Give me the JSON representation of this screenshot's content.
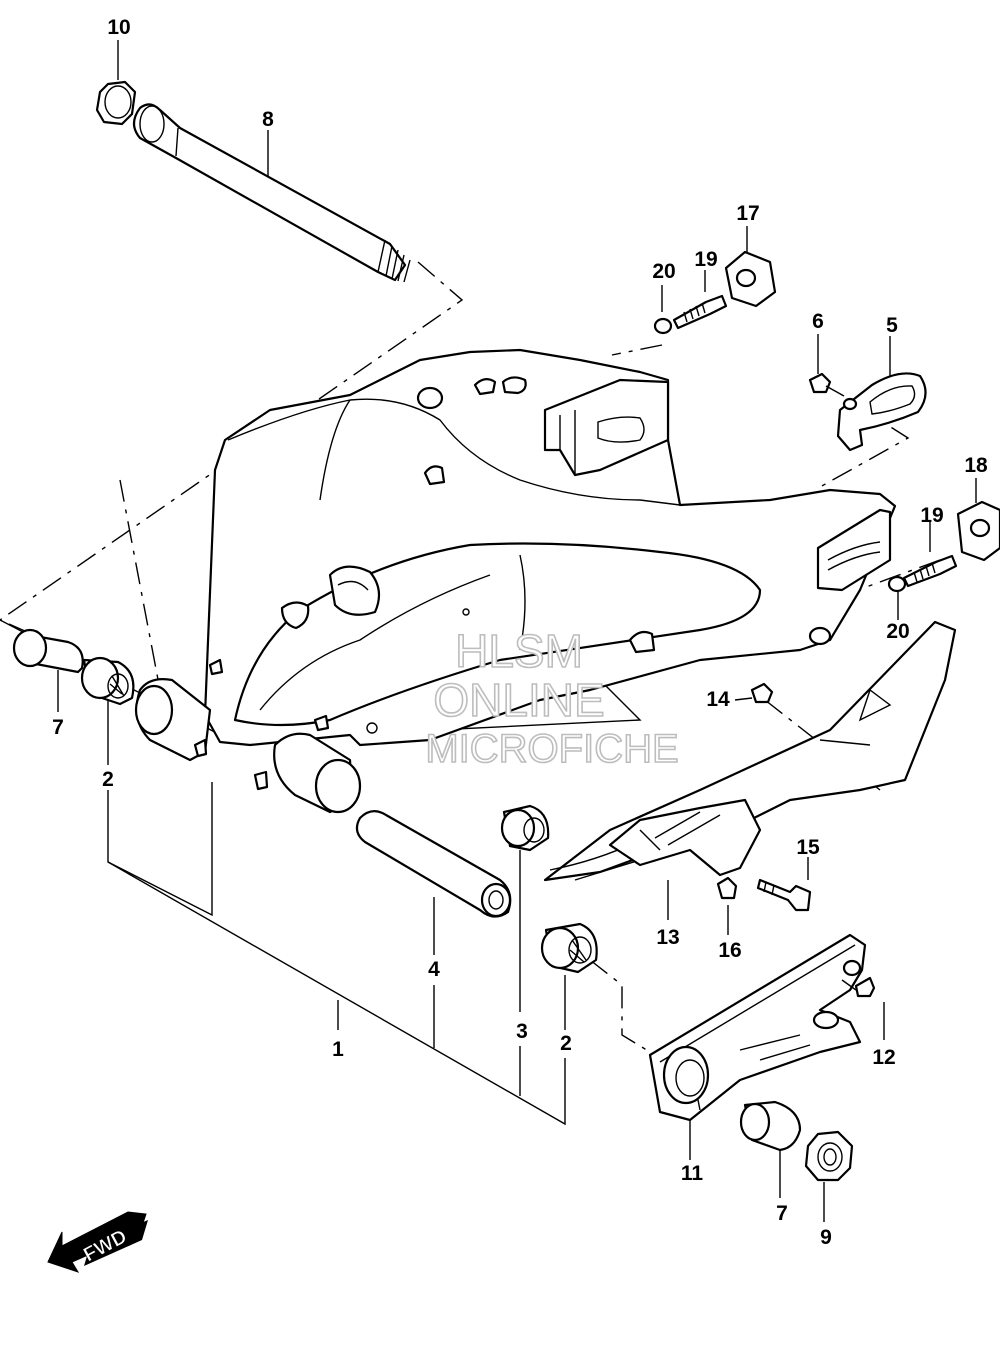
{
  "watermark": {
    "line1": "HLSM",
    "line2": "ONLINE",
    "line3": "MICROFICHE"
  },
  "direction_label": "FWD",
  "callouts": [
    {
      "id": "c10",
      "label": "10"
    },
    {
      "id": "c8",
      "label": "8"
    },
    {
      "id": "c17",
      "label": "17"
    },
    {
      "id": "c20a",
      "label": "20"
    },
    {
      "id": "c19a",
      "label": "19"
    },
    {
      "id": "c6",
      "label": "6"
    },
    {
      "id": "c5",
      "label": "5"
    },
    {
      "id": "c18",
      "label": "18"
    },
    {
      "id": "c19b",
      "label": "19"
    },
    {
      "id": "c20b",
      "label": "20"
    },
    {
      "id": "c7a",
      "label": "7"
    },
    {
      "id": "c2a",
      "label": "2"
    },
    {
      "id": "c14",
      "label": "14"
    },
    {
      "id": "c15",
      "label": "15"
    },
    {
      "id": "c13",
      "label": "13"
    },
    {
      "id": "c16",
      "label": "16"
    },
    {
      "id": "c4",
      "label": "4"
    },
    {
      "id": "c1",
      "label": "1"
    },
    {
      "id": "c3",
      "label": "3"
    },
    {
      "id": "c2b",
      "label": "2"
    },
    {
      "id": "c12",
      "label": "12"
    },
    {
      "id": "c11",
      "label": "11"
    },
    {
      "id": "c7b",
      "label": "7"
    },
    {
      "id": "c9",
      "label": "9"
    }
  ]
}
